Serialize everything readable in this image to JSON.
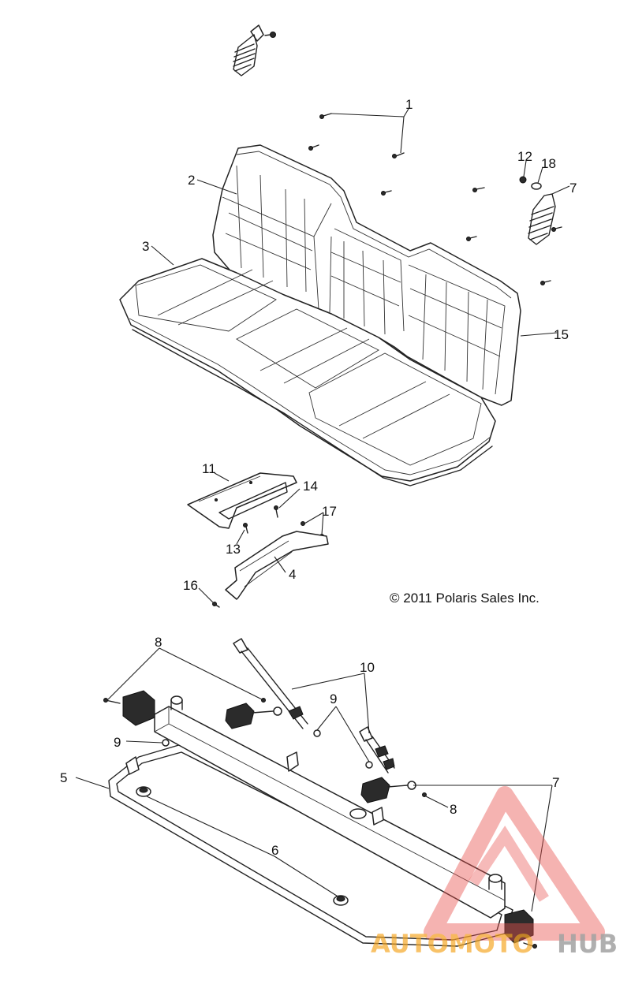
{
  "diagram": {
    "copyright": "© 2011 Polaris Sales Inc.",
    "callouts": [
      "1",
      "2",
      "3",
      "7",
      "12",
      "18",
      "15",
      "11",
      "14",
      "17",
      "13",
      "4",
      "16",
      "8",
      "10",
      "9",
      "9",
      "5",
      "6",
      "7",
      "8"
    ]
  },
  "watermark": {
    "brand_part1": "AUTOMOTO",
    "brand_part2": "HUB",
    "colors": {
      "triangle": "#e8524f",
      "text_orange": "#f5a623",
      "text_grey": "#8a8a8a"
    }
  }
}
